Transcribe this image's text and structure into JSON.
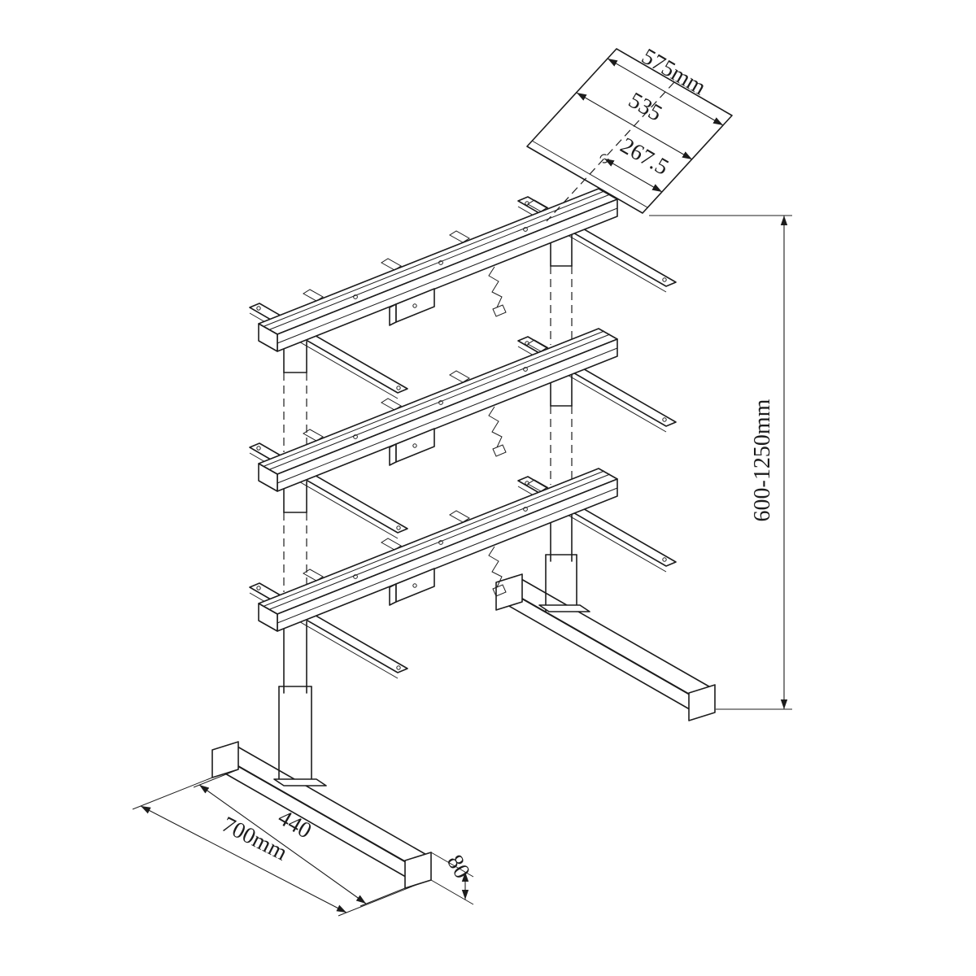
{
  "drawing": {
    "type": "technical-line-drawing",
    "subject": "height-adjustable-desk-frame",
    "background": "#ffffff",
    "line_color": "#1c1c1c",
    "dimensions": {
      "top_plate_overall": "575mm",
      "top_plate_inner": "535",
      "top_plate_half": "267.5",
      "height_range": "600-1250mm",
      "foot_length": "700mm",
      "foot_inner": "440",
      "foot_height": "80"
    }
  }
}
